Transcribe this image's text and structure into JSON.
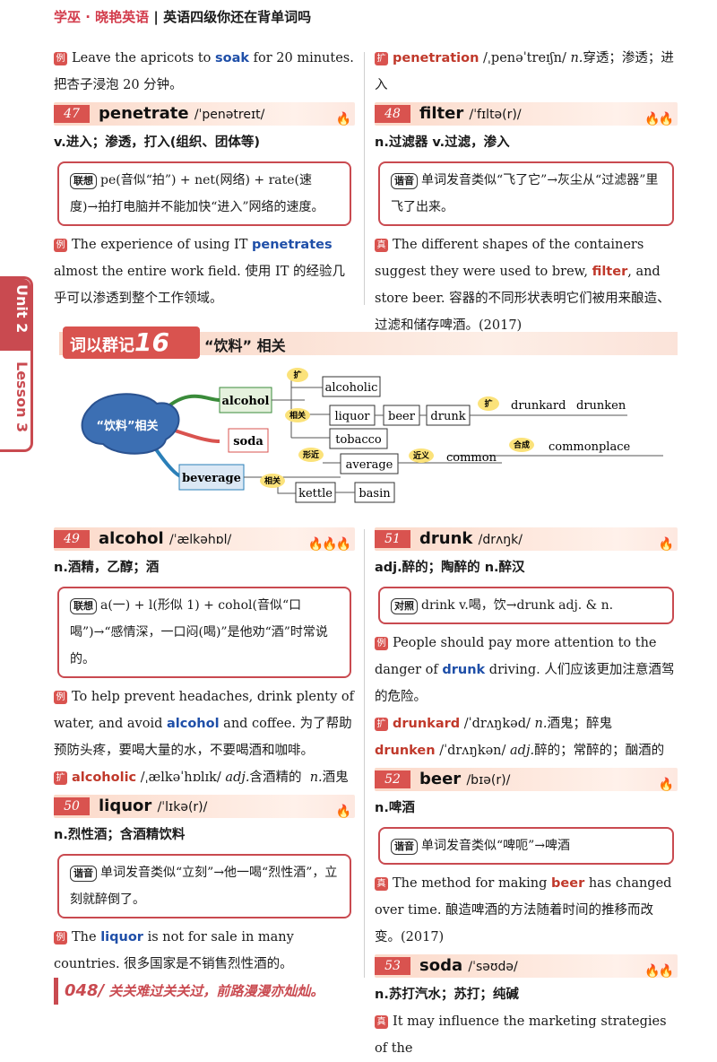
{
  "header": {
    "brand": "学巫 · 晓艳英语",
    "title": "英语四级你还在背单词吗"
  },
  "side_tab": {
    "unit": "Unit 2",
    "lesson": "Lesson 3"
  },
  "top_left": {
    "soak_example": [
      "Leave the apricots to ",
      "soak",
      " for 20 minutes. 把杏子浸泡 20 分钟。"
    ],
    "w47": {
      "num": "47",
      "word": "penetrate",
      "phon": "/ˈpenətreɪt/",
      "fire": "🔥"
    },
    "w47_def": "v.进入；渗透，打入(组织、团体等)",
    "w47_tag": "联想",
    "w47_memo": "pe(音似“拍”) + net(网络) + rate(速度)→拍打电脑并不能加快“进入”网络的速度。",
    "w47_ex": [
      "The experience of using IT ",
      "penetrates",
      " almost the entire work field. 使用 IT 的经验几乎可以渗透到整个工作领域。"
    ]
  },
  "top_right": {
    "ext1": [
      "penetration",
      " /ˌpenəˈtreɪʃn/ ",
      "n.",
      "穿透；渗透；进入"
    ],
    "w48": {
      "num": "48",
      "word": "filter",
      "phon": "/ˈfɪltə(r)/",
      "fire": "🔥🔥"
    },
    "w48_def": "n.过滤器  v.过滤，渗入",
    "w48_tag": "谐音",
    "w48_memo": "单词发音类似“飞了它”→灰尘从“过滤器”里飞了出来。",
    "w48_ex": [
      "The different shapes of the containers suggest they were used to brew, ",
      "filter",
      ", and store beer. 容器的不同形状表明它们被用来酿造、过滤和储存啤酒。(2017)"
    ]
  },
  "group": {
    "title": "词以群记",
    "num": "16",
    "subtitle": "“饮料” 相关",
    "center": "“饮料”相关",
    "nodes": [
      "alcohol",
      "soda",
      "beverage",
      "alcoholic",
      "liquor",
      "beer",
      "drunk",
      "tobacco",
      "average",
      "kettle",
      "basin",
      "drunkard",
      "drunken",
      "common",
      "commonplace"
    ],
    "labels": {
      "kuo1": "扩",
      "xiangguan1": "相关",
      "kuo2": "扩",
      "xingjin": "形近",
      "jinyi": "近义",
      "hecheng": "合成",
      "xiangguan2": "相关"
    }
  },
  "bottom_left": {
    "w49": {
      "num": "49",
      "word": "alcohol",
      "phon": "/ˈælkəhɒl/",
      "fire": "🔥🔥🔥"
    },
    "w49_def": "n.酒精，乙醇；酒",
    "w49_tag": "联想",
    "w49_memo": "a(一) + l(形似 1) + cohol(音似“口喝”)→“感情深，一口闷(喝)”是他劝“酒”时常说的。",
    "w49_ex": [
      "To help prevent headaches, drink plenty of water, and avoid ",
      "alcohol",
      " and coffee. 为了帮助预防头疼，要喝大量的水，不要喝酒和咖啡。"
    ],
    "w49_ext": [
      "alcoholic",
      " /ˌælkəˈhɒlɪk/ ",
      "adj.",
      "含酒精的",
      "n.",
      "酒鬼"
    ],
    "w50": {
      "num": "50",
      "word": "liquor",
      "phon": "/ˈlɪkə(r)/",
      "fire": "🔥"
    },
    "w50_def": "n.烈性酒；含酒精饮料",
    "w50_tag": "谐音",
    "w50_memo": "单词发音类似“立刻”→他一喝“烈性酒”，立刻就醉倒了。",
    "w50_ex": [
      "The ",
      "liquor",
      " is not for sale in many countries. 很多国家是不销售烈性酒的。"
    ]
  },
  "bottom_right": {
    "w51": {
      "num": "51",
      "word": "drunk",
      "phon": "/drʌŋk/",
      "fire": "🔥"
    },
    "w51_def": "adj.醉的；陶醉的  n.醉汉",
    "w51_tag": "对照",
    "w51_memo": "drink v.喝，饮→drunk adj. & n.",
    "w51_ex": [
      "People should pay more attention to the danger of ",
      "drunk",
      " driving. 人们应该更加注意酒驾的危险。"
    ],
    "w51_ext1": [
      "drunkard",
      " /ˈdrʌŋkəd/ ",
      "n.",
      "酒鬼；醉鬼"
    ],
    "w51_ext2": [
      "drunken",
      " /ˈdrʌŋkən/ ",
      "adj.",
      "醉的；常醉的；酗酒的"
    ],
    "w52": {
      "num": "52",
      "word": "beer",
      "phon": "/bɪə(r)/",
      "fire": "🔥"
    },
    "w52_def": "n.啤酒",
    "w52_tag": "谐音",
    "w52_memo": "单词发音类似“啤呃”→啤酒",
    "w52_ex": [
      "The method for making ",
      "beer",
      " has changed over time. 酿造啤酒的方法随着时间的推移而改变。(2017)"
    ],
    "w53": {
      "num": "53",
      "word": "soda",
      "phon": "/ˈsəʊdə/",
      "fire": "🔥🔥"
    },
    "w53_def": "n.苏打汽水；苏打；纯碱",
    "w53_ex": "It may influence the marketing strategies of the"
  },
  "footer": {
    "page": "048/",
    "motto": "关关难过关关过，前路漫漫亦灿灿。"
  },
  "marks": {
    "ex": "例",
    "kuo": "扩",
    "zhen": "真"
  },
  "colors": {
    "accent": "#c94a50",
    "link_blue": "#1f4fa8",
    "link_red": "#c0392b"
  }
}
